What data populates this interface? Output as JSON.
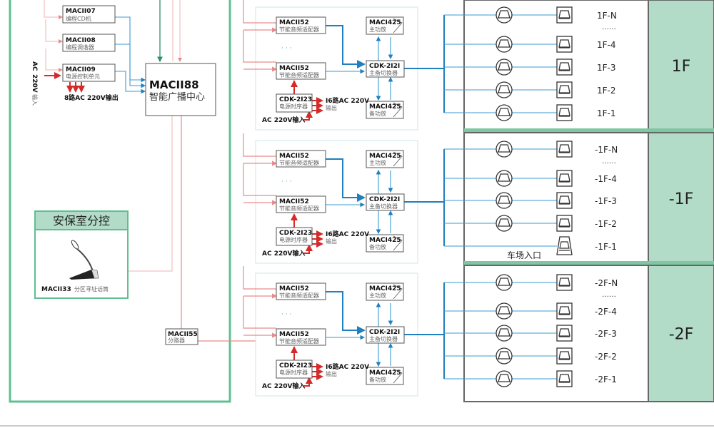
{
  "control_room": {
    "devices": [
      {
        "model": "MACII07",
        "desc": "编程CD机"
      },
      {
        "model": "MACII08",
        "desc": "编程调谐器"
      },
      {
        "model": "MACII09",
        "desc": "电源控制单元"
      }
    ],
    "power_input_label_ac": "AC",
    "power_input_label_v": "220V",
    "power_input_label_in": "输入",
    "power_output_label": "8路AC 220V输出",
    "center": {
      "model": "MACII88",
      "desc": "智能广播中心"
    },
    "splitter": {
      "model": "MACII55",
      "desc": "分路器"
    }
  },
  "security_room": {
    "title": "安保室分控",
    "mic_model": "MACII33",
    "mic_desc": "分区寻址话筒"
  },
  "racks": [
    {
      "adapter_top": {
        "model": "MACII52",
        "desc": "节能音频适配器"
      },
      "ellipsis": "· · ·",
      "adapter_bottom": {
        "model": "MACII52",
        "desc": "节能音频适配器"
      },
      "sequencer": {
        "model": "CDK-2I23",
        "desc": "电源时序器"
      },
      "seq_out_1": "I6路AC 220V",
      "seq_out_2": "输出",
      "seq_in": "AC 220V输入",
      "amp_main": {
        "model": "MACI425",
        "desc": "主功放"
      },
      "switcher": {
        "model": "CDK-2I2I",
        "desc": "主备切换器"
      },
      "amp_backup": {
        "model": "MACI425",
        "desc": "备功放"
      }
    },
    {
      "adapter_top": {
        "model": "MACII52",
        "desc": "节能音频适配器"
      },
      "ellipsis": "· · ·",
      "adapter_bottom": {
        "model": "MACII52",
        "desc": "节能音频适配器"
      },
      "sequencer": {
        "model": "CDK-2I23",
        "desc": "电源时序器"
      },
      "seq_out_1": "I6路AC 220V",
      "seq_out_2": "输出",
      "seq_in": "AC 220V输入",
      "amp_main": {
        "model": "MACI425",
        "desc": "主功放"
      },
      "switcher": {
        "model": "CDK-2I2I",
        "desc": "主备切换器"
      },
      "amp_backup": {
        "model": "MACI425",
        "desc": "备功放"
      }
    },
    {
      "adapter_top": {
        "model": "MACII52",
        "desc": "节能音频适配器"
      },
      "ellipsis": "· · ·",
      "adapter_bottom": {
        "model": "MACII52",
        "desc": "节能音频适配器"
      },
      "sequencer": {
        "model": "CDK-2I23",
        "desc": "电源时序器"
      },
      "seq_out_1": "I6路AC 220V",
      "seq_out_2": "输出",
      "seq_in": "AC 220V输入",
      "amp_main": {
        "model": "MACI425",
        "desc": "主功放"
      },
      "switcher": {
        "model": "CDK-2I2I",
        "desc": "主备切换器"
      },
      "amp_backup": {
        "model": "MACI425",
        "desc": "备功放"
      }
    }
  ],
  "floors": [
    {
      "label": "1F",
      "zones": [
        "1F-N",
        "1F-4",
        "1F-3",
        "1F-2",
        "1F-1"
      ],
      "dots": "……",
      "note": ""
    },
    {
      "label": "-1F",
      "zones": [
        "-1F-N",
        "-1F-4",
        "-1F-3",
        "-1F-2",
        "-1F-1"
      ],
      "dots": "……",
      "note": "车场入口"
    },
    {
      "label": "-2F",
      "zones": [
        "-2F-N",
        "-2F-4",
        "-2F-3",
        "-2F-2",
        "-2F-1"
      ],
      "dots": "……",
      "note": ""
    }
  ],
  "colors": {
    "zone_green": "#5fbf92",
    "floor_fill": "#b3dcc8",
    "signal_blue": "#1f7fbf",
    "control_pink": "#e98a8c",
    "power_red": "#d42a2a"
  }
}
